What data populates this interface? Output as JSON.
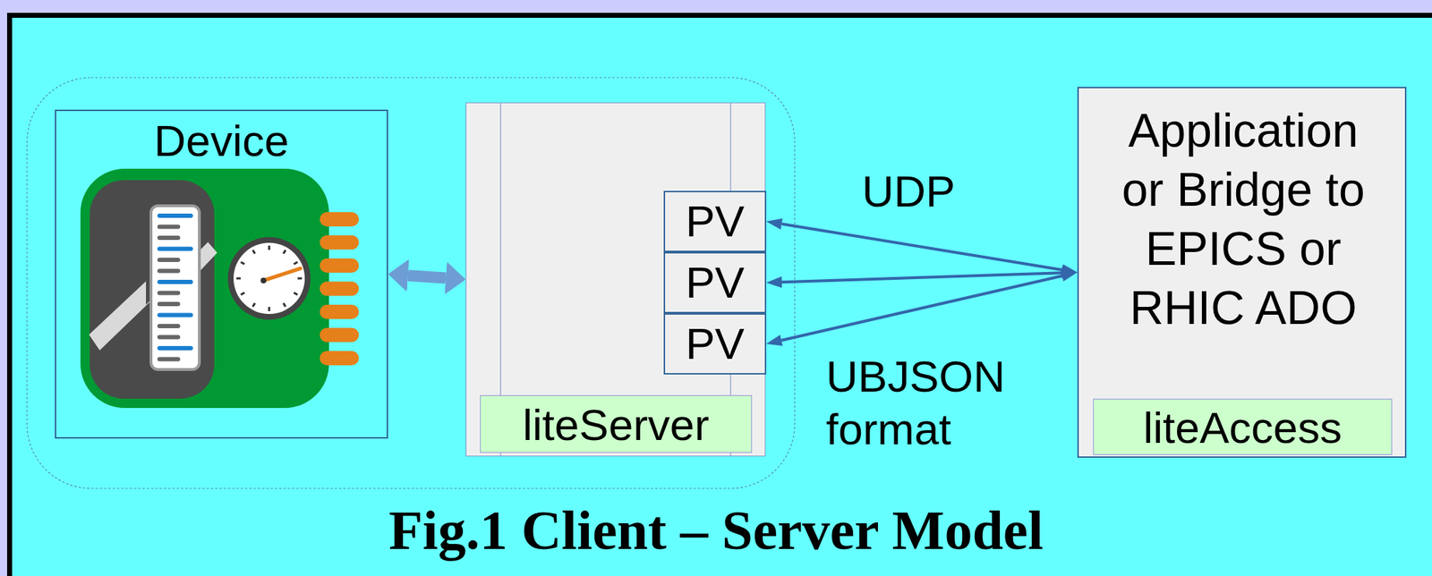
{
  "diagram": {
    "caption": "Fig.1 Client – Server Model",
    "nodes": [
      {
        "text": [
          "Device"
        ]
      },
      {
        "text": [
          "liteServer"
        ]
      },
      {
        "text": [
          "PV"
        ],
        "in": 1
      },
      {
        "text": [
          "PV"
        ],
        "in": 1
      },
      {
        "text": [
          "PV"
        ],
        "in": 1
      },
      {
        "text": [
          "Application or Bridge to EPICS or RHIC ADO",
          "liteAccess"
        ]
      }
    ],
    "edges": [
      {
        "from": 0,
        "to": 1,
        "arrow": "both"
      },
      {
        "from": 2,
        "to": 5,
        "arrow": "both"
      },
      {
        "from": 3,
        "to": 5,
        "arrow": "both"
      },
      {
        "from": 4,
        "to": 5,
        "arrow": "both"
      }
    ],
    "labels": [
      "UDP",
      "UBJSON format"
    ]
  }
}
